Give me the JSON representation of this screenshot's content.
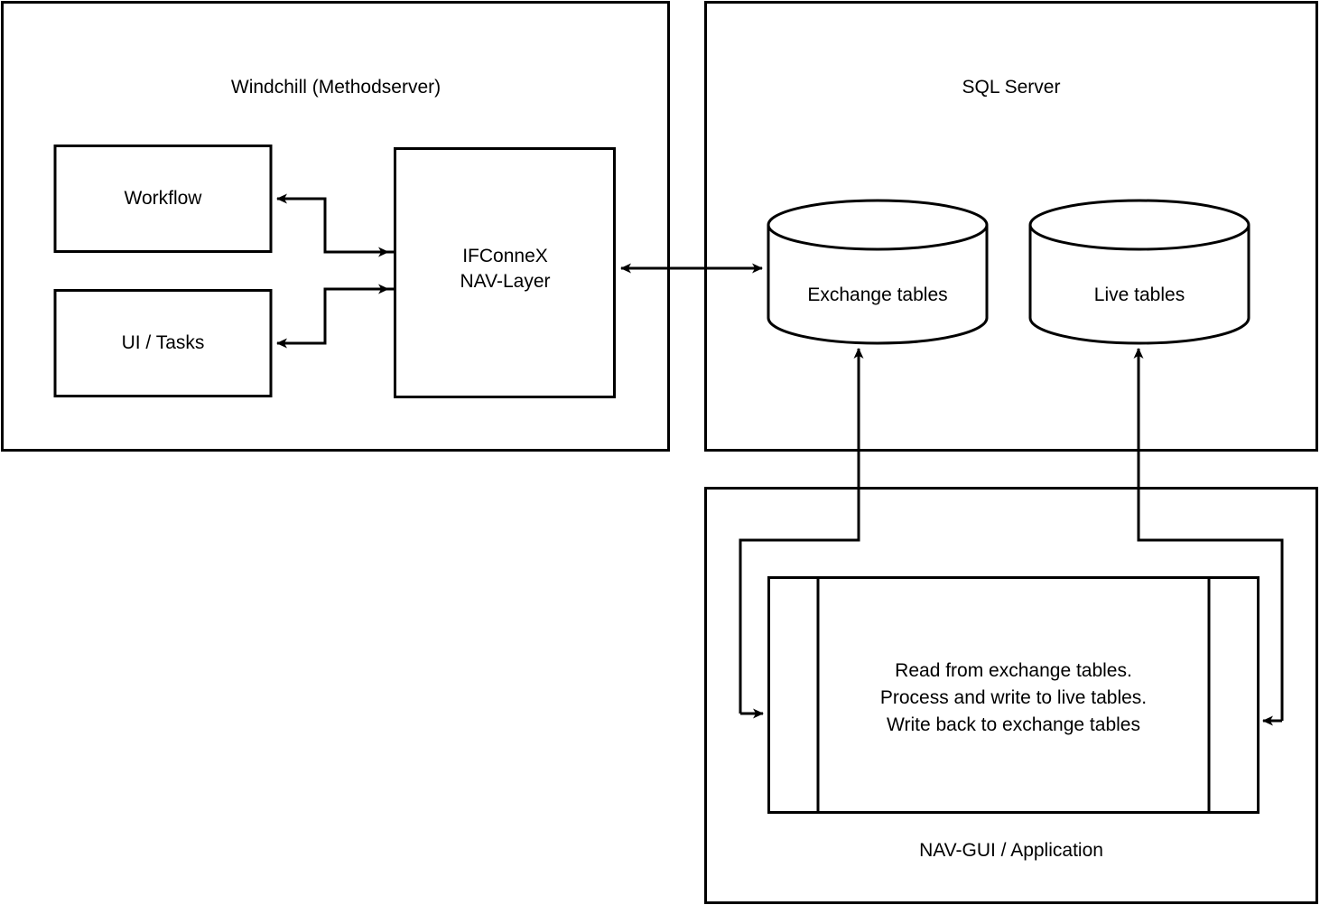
{
  "diagram": {
    "type": "architecture-flow-diagram",
    "stroke_color": "#000000",
    "fill_color": "#ffffff",
    "containers": [
      {
        "id": "windchill",
        "title": "Windchill (Methodserver)",
        "shape": "rectangle"
      },
      {
        "id": "sql-server",
        "title": "SQL Server",
        "shape": "rectangle"
      },
      {
        "id": "nav-gui",
        "title": "NAV-GUI / Application",
        "shape": "rectangle"
      }
    ],
    "nodes": [
      {
        "id": "workflow",
        "label": "Workflow",
        "shape": "rectangle"
      },
      {
        "id": "ui-tasks",
        "label": "UI / Tasks",
        "shape": "rectangle"
      },
      {
        "id": "ifconnex",
        "label": "IFConneX\nNAV-Layer",
        "label_line1": "IFConneX",
        "label_line2": "NAV-Layer",
        "shape": "rectangle"
      },
      {
        "id": "exchange-tables",
        "label": "Exchange tables",
        "shape": "cylinder"
      },
      {
        "id": "live-tables",
        "label": "Live tables",
        "shape": "cylinder"
      },
      {
        "id": "process",
        "shape": "predefined-process",
        "label_line1": "Read from exchange tables.",
        "label_line2": "Process and write to live tables.",
        "label_line3": "Write back to exchange tables"
      }
    ],
    "connectors": [
      {
        "id": "ifconnex-to-workflow",
        "from": "ifconnex",
        "to": "workflow",
        "direction": "one-way",
        "style": "elbow"
      },
      {
        "id": "workflow-to-ifconnex",
        "from": "workflow",
        "to": "ifconnex",
        "direction": "one-way",
        "style": "elbow"
      },
      {
        "id": "ui-tasks-to-ifconnex",
        "from": "ui-tasks",
        "to": "ifconnex",
        "direction": "one-way",
        "style": "elbow"
      },
      {
        "id": "ifconnex-to-ui-tasks",
        "from": "ifconnex",
        "to": "ui-tasks",
        "direction": "one-way",
        "style": "elbow"
      },
      {
        "id": "ifconnex-exchange",
        "from": "ifconnex",
        "to": "exchange-tables",
        "direction": "bidirectional",
        "style": "straight"
      },
      {
        "id": "process-to-exchange",
        "from": "process",
        "to": "exchange-tables",
        "direction": "one-way",
        "style": "elbow"
      },
      {
        "id": "process-to-live",
        "from": "process",
        "to": "live-tables",
        "direction": "one-way",
        "style": "elbow"
      }
    ]
  }
}
